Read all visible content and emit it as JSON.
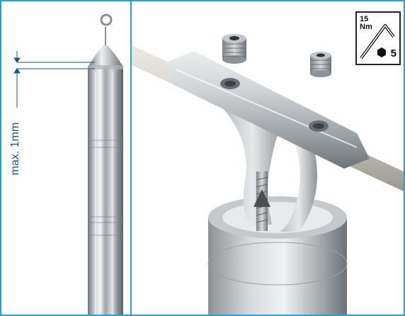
{
  "dimension": {
    "label": "max. 1mm"
  },
  "torque_badge": {
    "value": "15",
    "unit": "Nm",
    "hex_size": "5",
    "icons": [
      "hex-key-icon",
      "hexagon-icon"
    ]
  },
  "colors": {
    "frame": "#2a9fd6",
    "dimension": "#1f4f93",
    "metal": "#b8bcc0",
    "cable": "#d8d6cf"
  }
}
